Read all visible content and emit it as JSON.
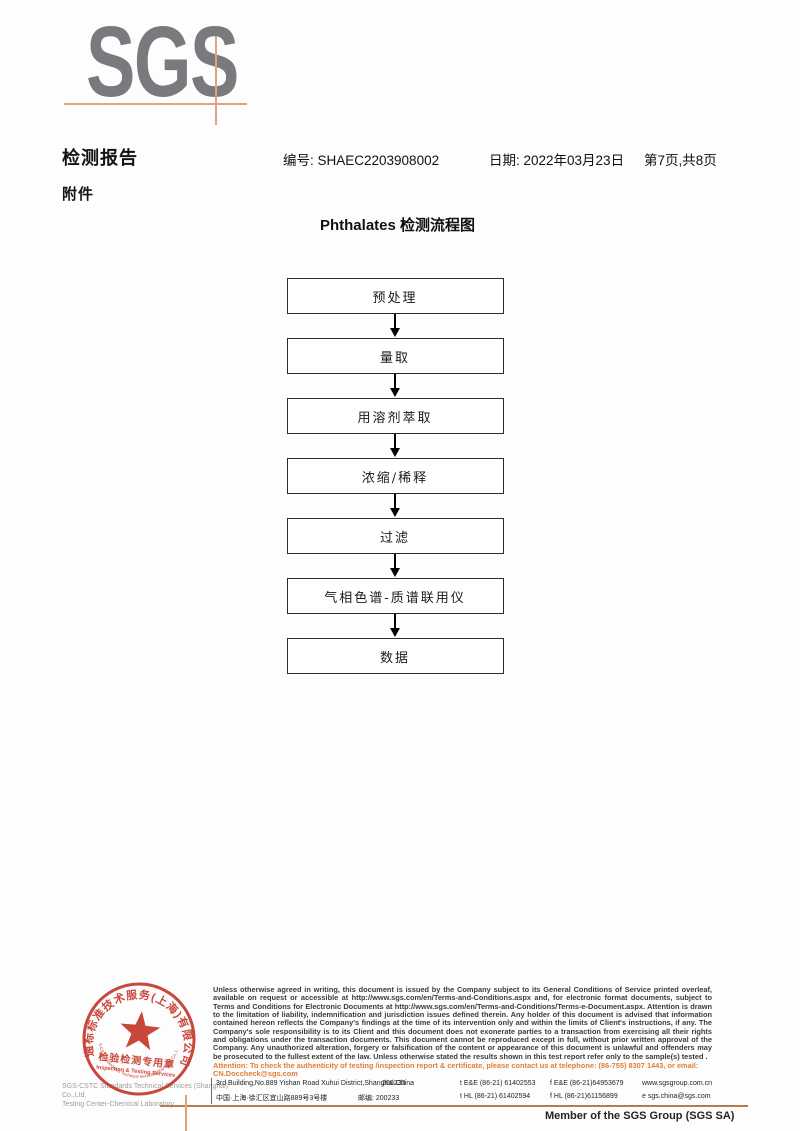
{
  "logo": {
    "text": "SGS"
  },
  "header": {
    "report_title": "检测报告",
    "report_no": "编号: SHAEC2203908002",
    "date": "日期: 2022年03月23日",
    "page_info": "第7页,共8页",
    "attachment": "附件"
  },
  "flowchart": {
    "title": "Phthalates 检测流程图",
    "steps": [
      "预处理",
      "量取",
      "用溶剂萃取",
      "浓缩/稀释",
      "过滤",
      "气相色谱-质谱联用仪",
      "数据"
    ]
  },
  "stamp": {
    "arc_text": "通标标准技术服务(上海)有限公司",
    "seal_title": "检验检测专用章",
    "seal_subtitle": "Inspection & Testing Services",
    "arc_bottom": "SGS-CSTC Standards Technical Services(Shanghai) Co.,Ltd.",
    "company_gray_line1": "SGS-CSTC Standards Technical Services (Shanghai) Co.,Ltd.",
    "company_gray_line2": "Testing Center-Chemical Laboratory."
  },
  "footer": {
    "disclaimer": "Unless otherwise agreed in writing, this document is issued by the Company subject to its General Conditions of Service printed overleaf, available on request or accessible at http://www.sgs.com/en/Terms-and-Conditions.aspx and, for electronic format documents, subject to Terms and Conditions for Electronic Documents at http://www.sgs.com/en/Terms-and-Conditions/Terms-e-Document.aspx. Attention is drawn to the limitation of liability, indemnification and jurisdiction issues defined therein. Any holder of this document is advised that information contained hereon reflects the Company's findings at the time of its intervention only and within the limits of Client's instructions, if any. The Company's sole responsibility is to its Client and this document does not exonerate parties to a transaction from exercising all their rights and obligations under the transaction documents. This document cannot be reproduced except in full, without prior written approval of the Company. Any unauthorized alteration, forgery or falsification of the content or appearance of this document is unlawful and offenders may be prosecuted to the fullest extent of the law. Unless otherwise stated the results shown in this test report refer only to the sample(s) tested .",
    "attention": "Attention: To check the authenticity of testing /inspection report & certificate, please contact us at telephone: (86-755) 8307 1443, or email: CN.Doccheck@sgs.com",
    "address_en": "3rd Building,No.889 Yishan Road Xuhui District,Shanghai China",
    "postcode_en": "200233",
    "tel_en": "t E&E (86-21) 61402553",
    "fax_en": "f E&E (86-21)64953679",
    "website": "www.sgsgroup.com.cn",
    "address_cn": "中国·上海·徐汇区宜山路889号3号楼",
    "postcode_cn": "邮编: 200233",
    "tel_cn": "t HL (86-21) 61402594",
    "fax_cn": "f HL (86-21)61156899",
    "email": "e  sgs.china@sgs.com",
    "member": "Member of the SGS Group (SGS SA)"
  },
  "colors": {
    "logo_gray": "#797a7d",
    "crop_mark_tan": "#e0a47d",
    "bottom_rule": "#b97b4b",
    "attention_orange": "#e07f35",
    "stamp_red": "#c43425"
  }
}
